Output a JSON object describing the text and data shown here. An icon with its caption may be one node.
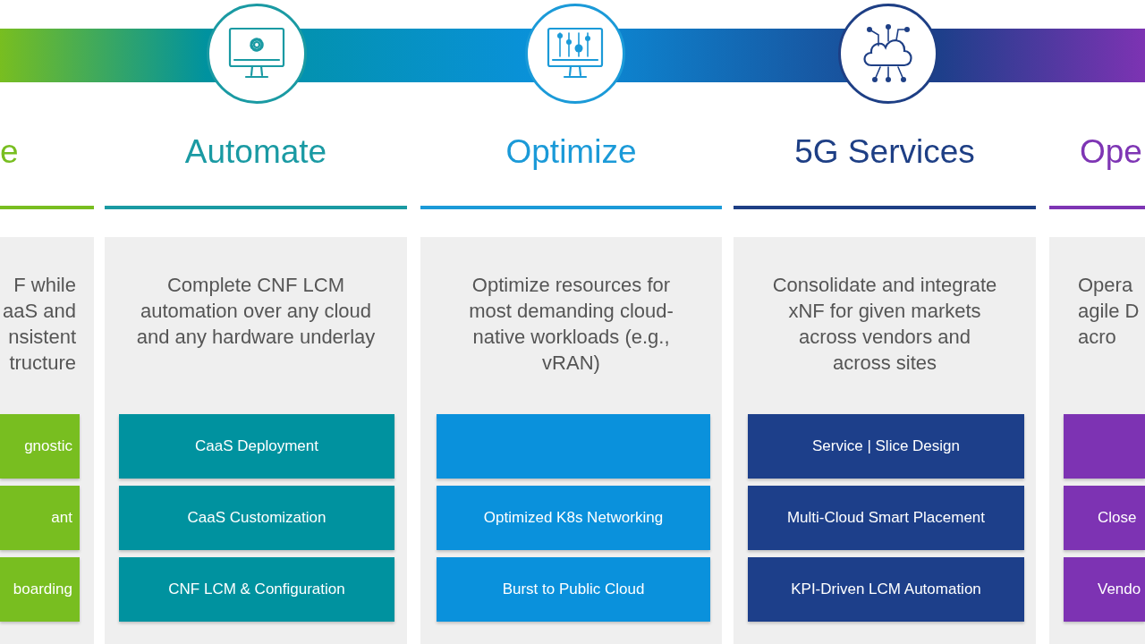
{
  "diagram": {
    "nodes": [
      {
        "text": [
          "e",
          "F while aaS and nsistent tructure"
        ]
      },
      {
        "text": [
          "gnostic"
        ],
        "in": 0
      },
      {
        "text": [
          "ant"
        ],
        "in": 0
      },
      {
        "text": [
          "boarding"
        ],
        "in": 0
      },
      {
        "text": [
          "Automate",
          "Complete CNF LCM automation over any cloud and any hardware underlay"
        ]
      },
      {
        "text": [
          "CaaS Deployment"
        ],
        "in": 4
      },
      {
        "text": [
          "CaaS Customization"
        ],
        "in": 4
      },
      {
        "text": [
          "CNF LCM & Configuration"
        ],
        "in": 4
      },
      {
        "text": [
          "Optimize",
          "Optimize resources for most demanding cloud-native workloads (e.g., vRAN)"
        ]
      },
      {
        "text": [],
        "shape": "box",
        "in": 8
      },
      {
        "text": [
          "Optimized K8s Networking"
        ],
        "in": 8
      },
      {
        "text": [
          "Burst to Public Cloud"
        ],
        "in": 8
      },
      {
        "text": [
          "5G Services",
          "Consolidate and integrate xNF for given markets across vendors and across sites"
        ]
      },
      {
        "text": [
          "Service | Slice Design"
        ],
        "in": 12
      },
      {
        "text": [
          "Multi-Cloud Smart Placement"
        ],
        "in": 12
      },
      {
        "text": [
          "KPI-Driven LCM Automation"
        ],
        "in": 12
      },
      {
        "text": [
          "Ope",
          "Opera agile D acro"
        ]
      },
      {
        "text": [],
        "shape": "box",
        "in": 16
      },
      {
        "text": [
          "Close"
        ],
        "in": 16
      },
      {
        "text": [
          "Vendo"
        ],
        "in": 16
      }
    ],
    "edges": []
  }
}
